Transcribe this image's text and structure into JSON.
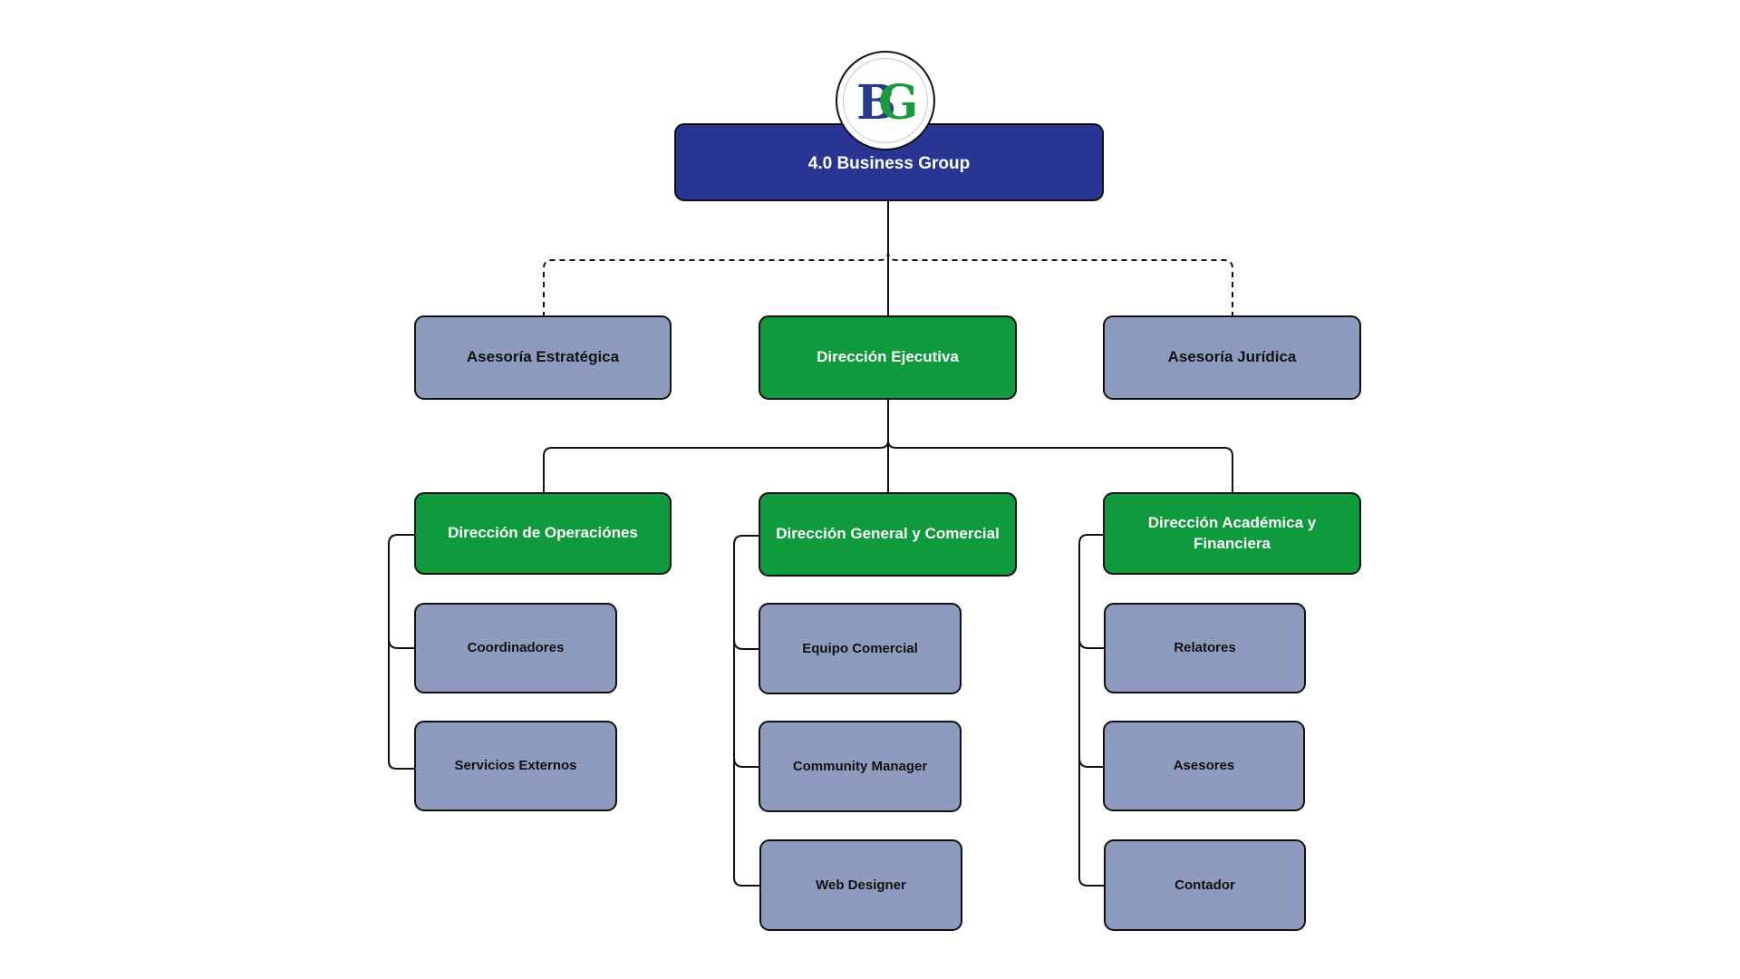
{
  "colors": {
    "root": "#283593",
    "direction": "#0f9a3d",
    "unit": "#8e9bbf",
    "logo_blue": "#243a8c",
    "logo_green": "#1a9a3d"
  },
  "logo": {
    "icon": "bg-monogram-logo",
    "letters": [
      "B",
      "G"
    ]
  },
  "root": {
    "label": "4.0 Business Group"
  },
  "level1": {
    "estrategica": "Asesoría Estratégica",
    "ejecutiva": "Dirección Ejecutiva",
    "juridica": "Asesoría Jurídica"
  },
  "level2": {
    "operaciones": {
      "label": "Dirección de Operaciónes",
      "units": [
        "Coordinadores",
        "Servicios Externos"
      ]
    },
    "comercial": {
      "label": "Dirección General y Comercial",
      "units": [
        "Equipo Comercial",
        "Community Manager",
        "Web Designer"
      ]
    },
    "academica": {
      "label": "Dirección Académica y Financiera",
      "units": [
        "Relatores",
        "Asesores",
        "Contador"
      ]
    }
  }
}
